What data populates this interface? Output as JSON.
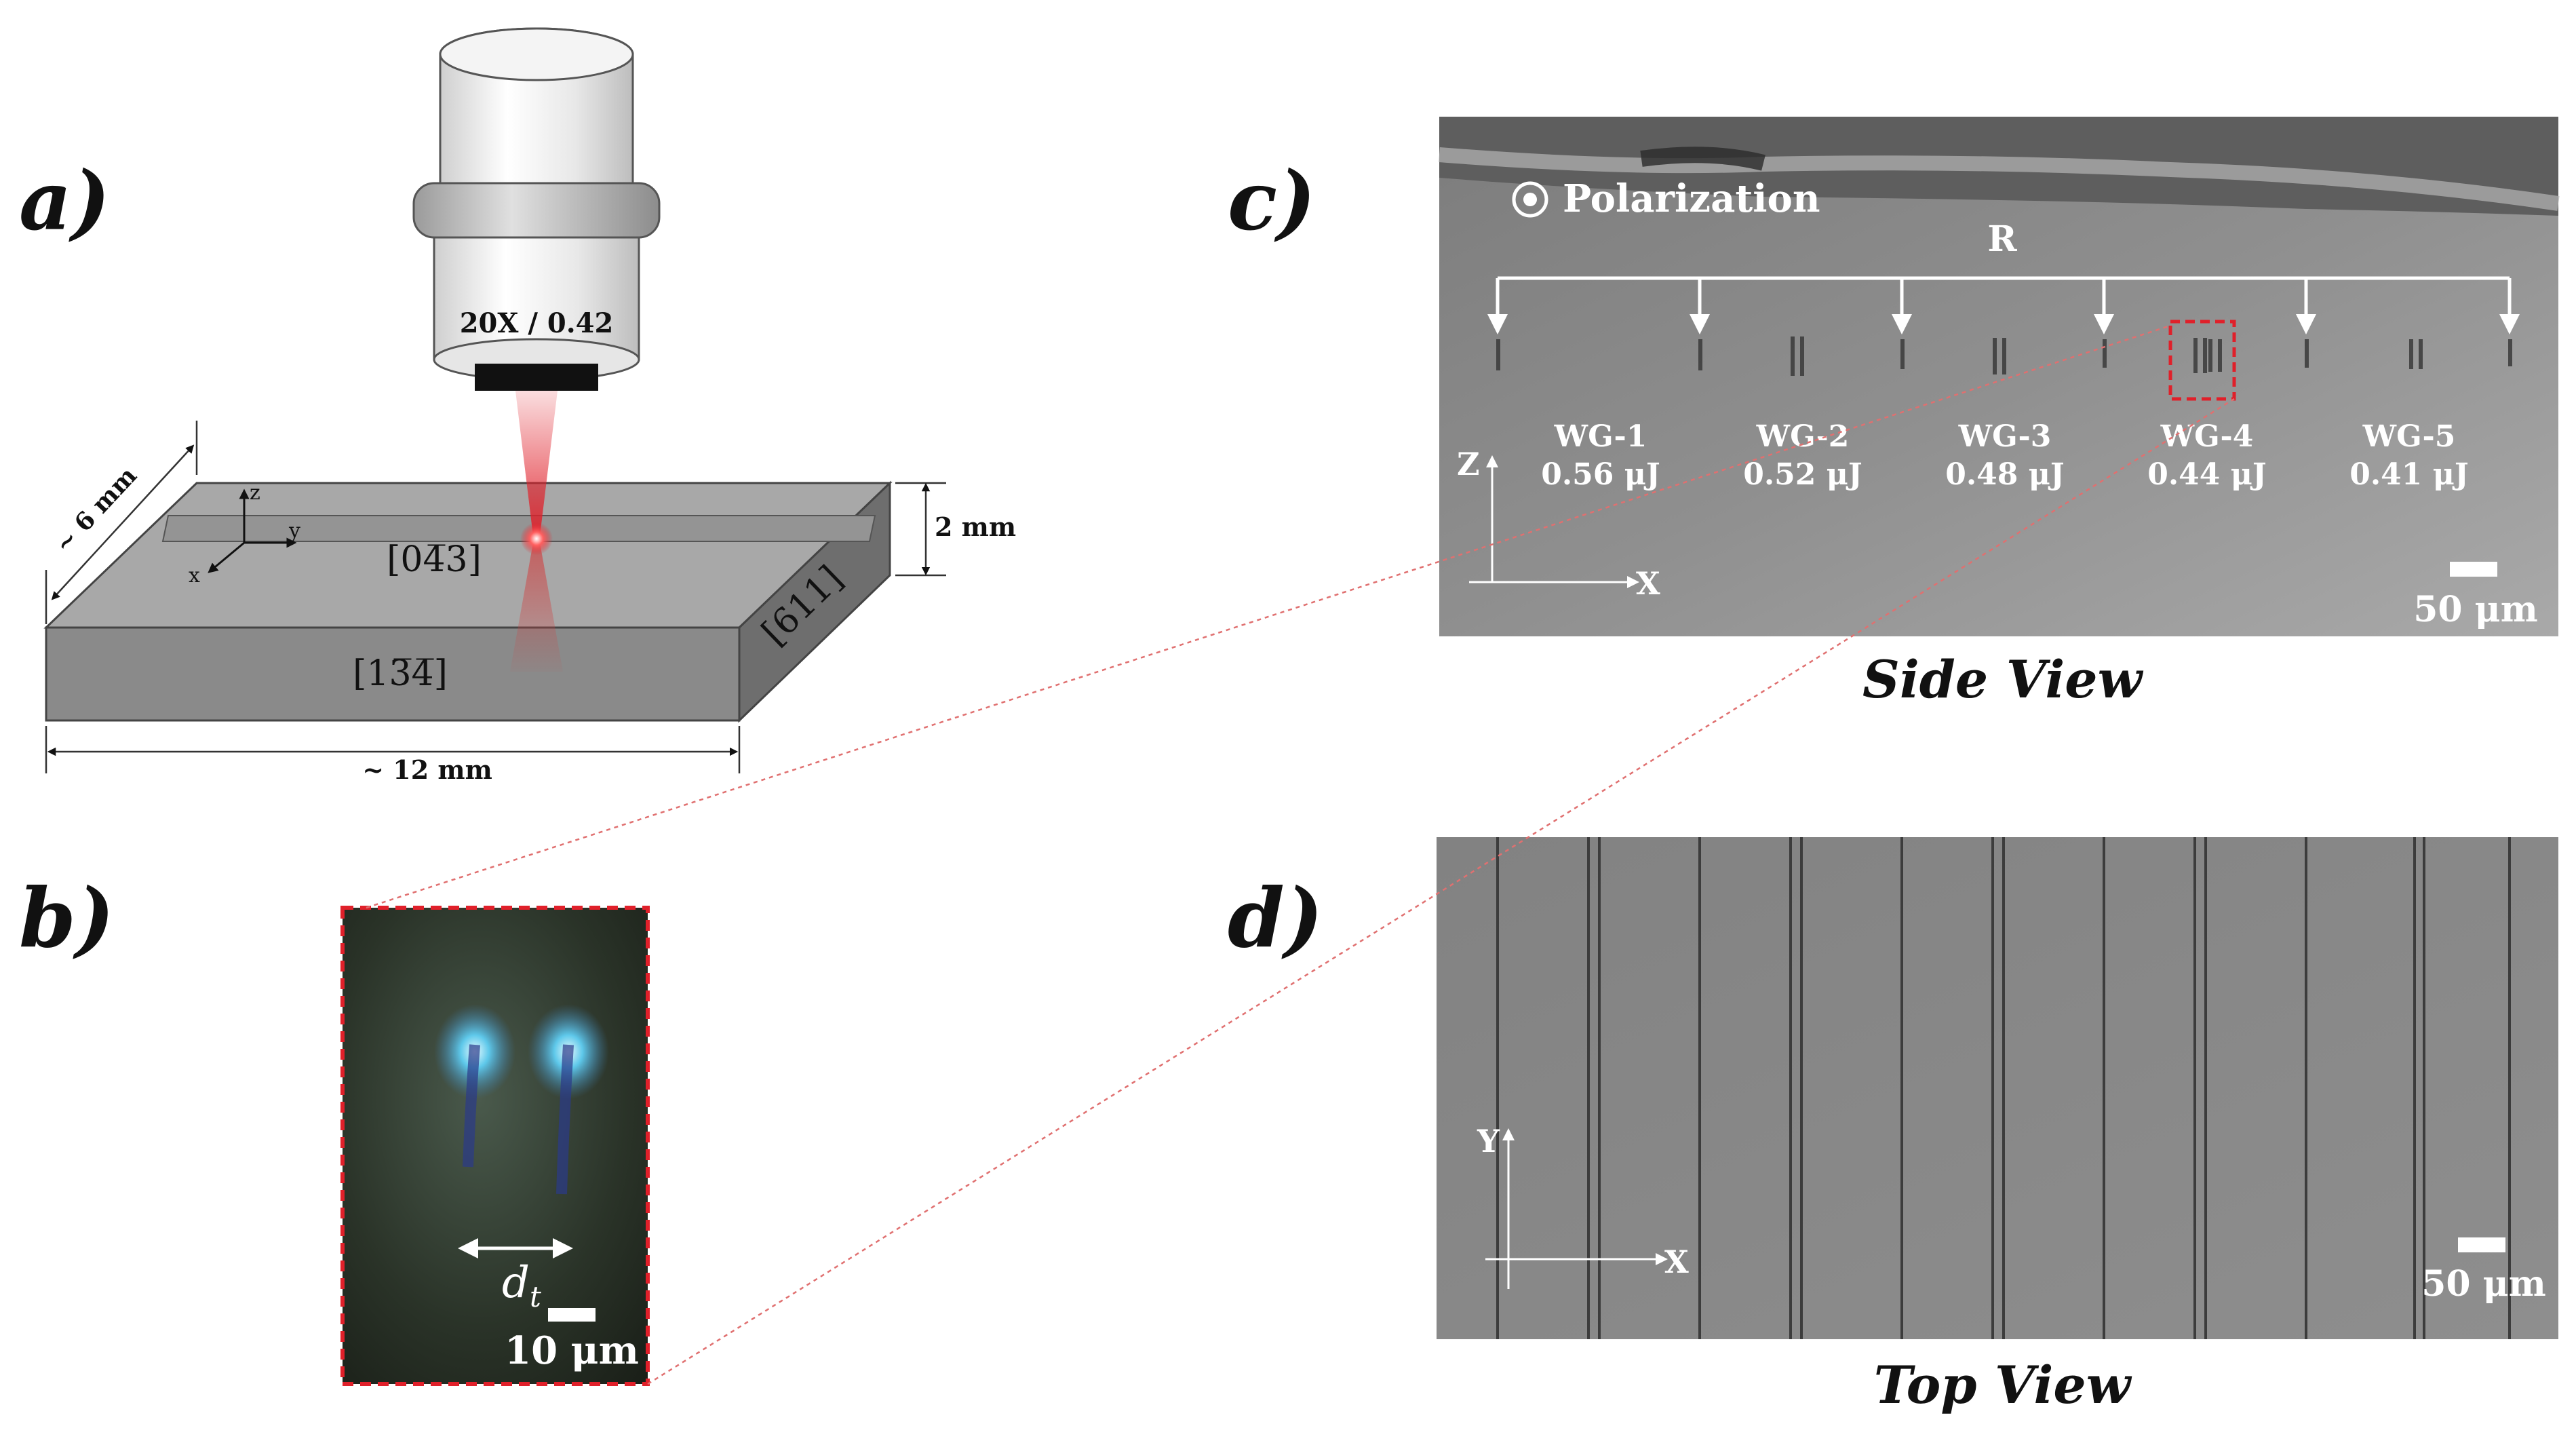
{
  "panels": {
    "a": "a)",
    "b": "b)",
    "c": "c)",
    "d": "d)"
  },
  "objective": {
    "label": "20X / 0.42"
  },
  "sample": {
    "width_label": "~ 6 mm",
    "length_label": "~ 12 mm",
    "thickness_label": "2 mm",
    "top_face_label": "[04̅3]",
    "front_face_label": "[13̅4̅]",
    "side_face_label": "[611]",
    "axis_z": "z",
    "axis_y": "y",
    "axis_x": "x"
  },
  "inset_b": {
    "dt_label": "d",
    "dt_sub": "t",
    "scale_label": "10 μm"
  },
  "side_view": {
    "polarization_label": "Polarization",
    "spacing_label": "R",
    "axis_z": "Z",
    "axis_x": "X",
    "scale_label": "50 μm",
    "caption": "Side View",
    "waveguides": [
      {
        "name": "WG-1",
        "energy": "0.56 μJ"
      },
      {
        "name": "WG-2",
        "energy": "0.52 μJ"
      },
      {
        "name": "WG-3",
        "energy": "0.48 μJ"
      },
      {
        "name": "WG-4",
        "energy": "0.44 μJ"
      },
      {
        "name": "WG-5",
        "energy": "0.41 μJ"
      }
    ]
  },
  "top_view": {
    "axis_y": "Y",
    "axis_x": "X",
    "scale_label": "50 μm",
    "caption": "Top View"
  },
  "colors": {
    "laser": "#e0202a",
    "crop_box": "#e0202a",
    "sem_side": "#8c8c8c",
    "sem_top": "#868686",
    "sample_front": "#8a8a8a",
    "sample_top": "#a8a8a8",
    "sample_side": "#6e6e6e"
  }
}
